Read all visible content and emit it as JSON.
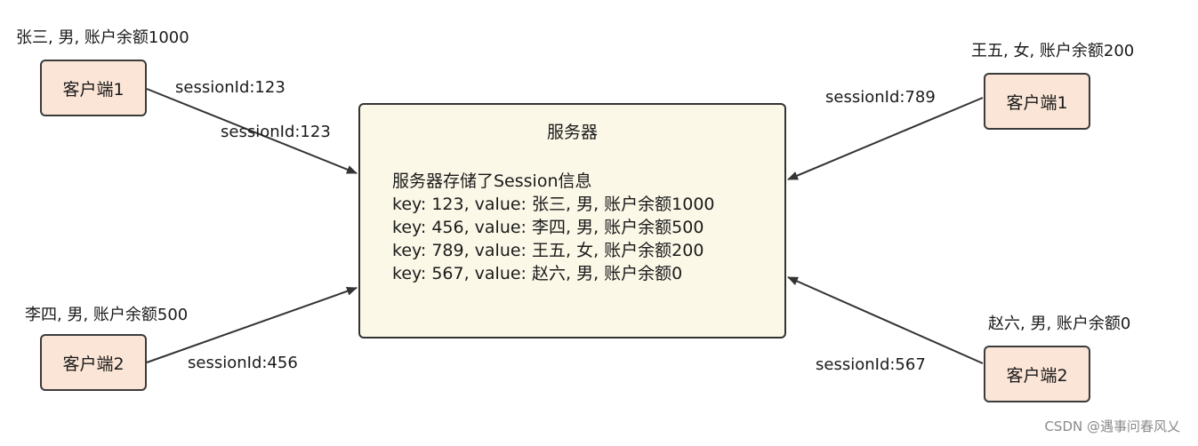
{
  "server": {
    "title": "服务器",
    "intro": "服务器存储了Session信息",
    "entries": [
      "key: 123, value: 张三, 男, 账户余额1000",
      "key: 456, value: 李四, 男, 账户余额500",
      "key: 789, value: 王五, 女, 账户余额200",
      "key: 567, value: 赵六, 男, 账户余额0"
    ]
  },
  "clients": {
    "top_left": {
      "name": "客户端1",
      "user_info": "张三, 男, 账户余额1000",
      "session_label": "sessionId:123",
      "arrow_label": "sessionId:123"
    },
    "bottom_left": {
      "name": "客户端2",
      "user_info": "李四, 男, 账户余额500",
      "session_label": "sessionId:456"
    },
    "top_right": {
      "name": "客户端1",
      "user_info": "王五, 女, 账户余额200",
      "session_label": "sessionId:789"
    },
    "bottom_right": {
      "name": "客户端2",
      "user_info": "赵六, 男, 账户余额0",
      "session_label": "sessionId:567"
    }
  },
  "watermark": "CSDN @遇事问春风乂",
  "colors": {
    "client_fill": "#fbe5d6",
    "server_fill": "#fcf8e8",
    "stroke": "#333333"
  }
}
